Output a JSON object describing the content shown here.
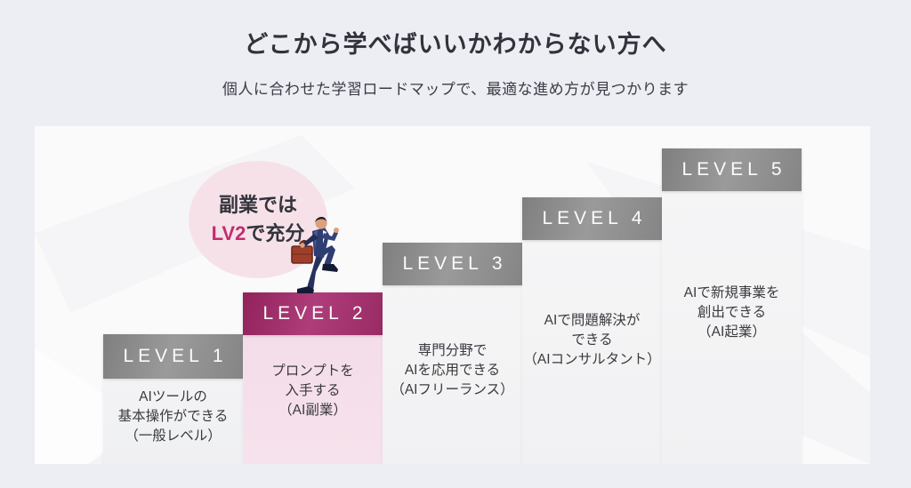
{
  "header": {
    "title": "どこから学べばいいかわからない方へ",
    "subtitle": "個人に合わせた学習ロードマップで、最適な進め方が見つかります"
  },
  "callout": {
    "line1": "副業では",
    "highlight": "LV2",
    "line2_rest": "で充分"
  },
  "figure": {
    "description": "businessman-climbing-stairs"
  },
  "levels": [
    {
      "label": "LEVEL 1",
      "description": "AIツールの\n基本操作ができる\n（一般レベル）",
      "highlighted": false
    },
    {
      "label": "LEVEL 2",
      "description": "プロンプトを\n入手する\n（AI副業）",
      "highlighted": true
    },
    {
      "label": "LEVEL 3",
      "description": "専門分野で\nAIを応用できる\n（AIフリーランス）",
      "highlighted": false
    },
    {
      "label": "LEVEL 4",
      "description": "AIで問題解決が\nできる\n（AIコンサルタント）",
      "highlighted": false
    },
    {
      "label": "LEVEL 5",
      "description": "AIで新規事業を\n創出できる\n（AI起業）",
      "highlighted": false
    }
  ],
  "colors": {
    "page_background": "#ededf4",
    "accent_magenta": "#a6306c",
    "highlight_text": "#c22d6f",
    "bubble_pink": "#f6e1e9",
    "level2_body_pink": "#f4dde9",
    "bar_gray": "#8b8b8b",
    "text_dark": "#32323c"
  }
}
